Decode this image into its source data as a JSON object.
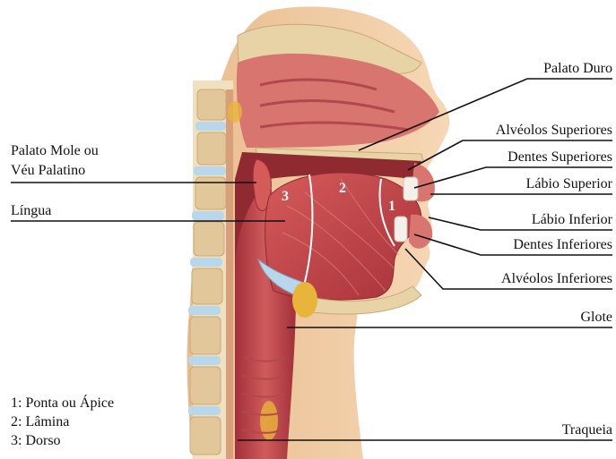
{
  "labels": {
    "palato_duro": "Palato Duro",
    "alveolos_superiores": "Alvéolos Superiores",
    "dentes_superiores": "Dentes Superiores",
    "labio_superior": "Lábio Superior",
    "labio_inferior": "Lábio Inferior",
    "dentes_inferiores": "Dentes Inferiores",
    "alveolos_inferiores": "Alvéolos Inferiores",
    "glote": "Glote",
    "traqueia": "Traqueia",
    "palato_mole_line1": "Palato Mole ou",
    "palato_mole_line2": "Véu Palatino",
    "lingua": "Língua"
  },
  "tongue_numbers": {
    "n1": "1",
    "n2": "2",
    "n3": "3"
  },
  "legend": [
    "1: Ponta ou Ápice",
    "2: Lâmina",
    "3: Dorso"
  ],
  "colors": {
    "skin": "#f3cfa6",
    "bone": "#e8d3a6",
    "muscle": "#c9464a",
    "mucosa": "#d9756f",
    "cavity": "#8e2a30",
    "disc": "#b9d7ea",
    "fat": "#e8b43a"
  }
}
